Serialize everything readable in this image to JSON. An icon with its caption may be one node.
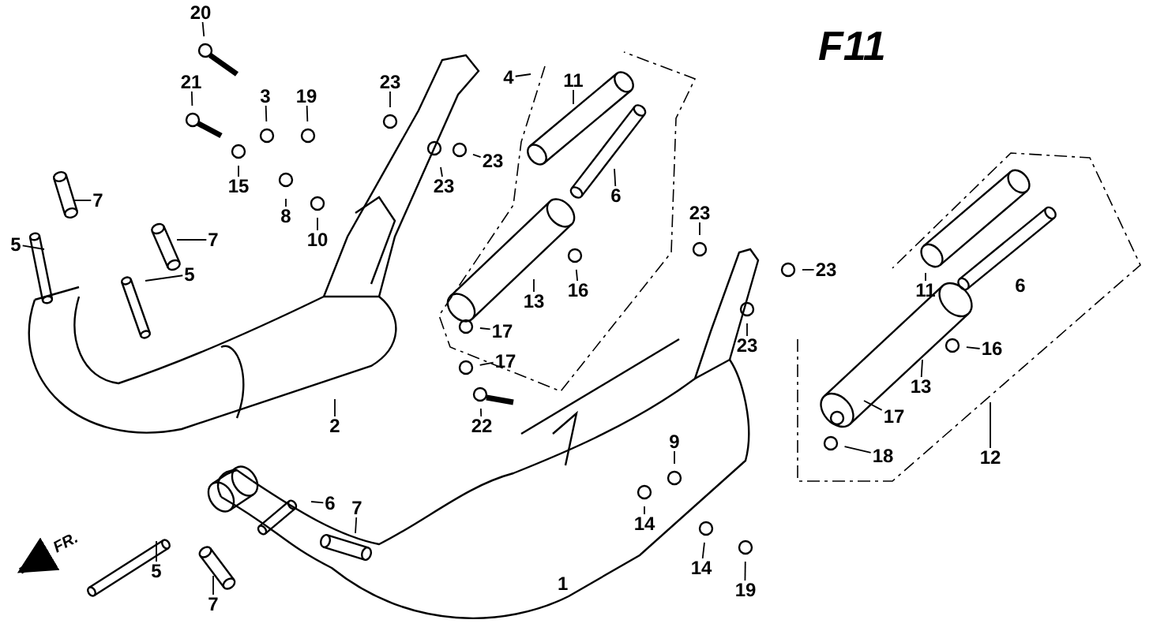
{
  "diagram": {
    "title": "F11",
    "nodes": [
      {
        "text": [
          "20"
        ]
      },
      {
        "text": [
          "21"
        ]
      },
      {
        "text": [
          "3"
        ]
      },
      {
        "text": [
          "19"
        ]
      },
      {
        "text": [
          "23"
        ]
      },
      {
        "text": [
          "15"
        ]
      },
      {
        "text": [
          "8"
        ]
      },
      {
        "text": [
          "10"
        ]
      },
      {
        "text": [
          "23"
        ]
      },
      {
        "text": [
          "23"
        ]
      },
      {
        "text": [
          "4"
        ]
      },
      {
        "text": [
          "11"
        ]
      },
      {
        "text": [
          "6"
        ]
      },
      {
        "text": [
          "7"
        ]
      },
      {
        "text": [
          "5"
        ]
      },
      {
        "text": [
          "7"
        ]
      },
      {
        "text": [
          "5"
        ]
      },
      {
        "text": [
          "13"
        ]
      },
      {
        "text": [
          "16"
        ]
      },
      {
        "text": [
          "23"
        ]
      },
      {
        "text": [
          "23"
        ]
      },
      {
        "text": [
          "17"
        ]
      },
      {
        "text": [
          "17"
        ]
      },
      {
        "text": [
          "23"
        ]
      },
      {
        "text": [
          "2"
        ]
      },
      {
        "text": [
          "22"
        ]
      },
      {
        "text": [
          "11"
        ]
      },
      {
        "text": [
          "6"
        ]
      },
      {
        "text": [
          "16"
        ]
      },
      {
        "text": [
          "13"
        ]
      },
      {
        "text": [
          "17"
        ]
      },
      {
        "text": [
          "18"
        ]
      },
      {
        "text": [
          "12"
        ]
      },
      {
        "text": [
          "6"
        ]
      },
      {
        "text": [
          "7"
        ]
      },
      {
        "text": [
          "5"
        ]
      },
      {
        "text": [
          "7"
        ]
      },
      {
        "text": [
          "9"
        ]
      },
      {
        "text": [
          "14"
        ]
      },
      {
        "text": [
          "14"
        ]
      },
      {
        "text": [
          "19"
        ]
      }
    ],
    "edges": [
      {
        "from": 0,
        "to": null,
        "arrow": "none"
      },
      {
        "from": 1,
        "to": null,
        "arrow": "none"
      },
      {
        "from": 2,
        "to": null,
        "arrow": "none"
      },
      {
        "from": 3,
        "to": null,
        "arrow": "none"
      },
      {
        "from": 4,
        "to": null,
        "arrow": "none"
      },
      {
        "from": 5,
        "to": null,
        "arrow": "none"
      },
      {
        "from": 6,
        "to": null,
        "arrow": "none"
      },
      {
        "from": 7,
        "to": null,
        "arrow": "none"
      },
      {
        "from": 8,
        "to": null,
        "arrow": "none"
      },
      {
        "from": 9,
        "to": null,
        "arrow": "none"
      },
      {
        "from": 10,
        "to": null,
        "arrow": "none"
      },
      {
        "from": 11,
        "to": null,
        "arrow": "none"
      },
      {
        "from": 12,
        "to": null,
        "arrow": "none"
      },
      {
        "from": 13,
        "to": null,
        "arrow": "none"
      },
      {
        "from": 14,
        "to": null,
        "arrow": "none"
      },
      {
        "from": 15,
        "to": null,
        "arrow": "none"
      },
      {
        "from": 16,
        "to": null,
        "arrow": "none"
      },
      {
        "from": 17,
        "to": null,
        "arrow": "none"
      },
      {
        "from": 18,
        "to": null,
        "arrow": "none"
      },
      {
        "from": 19,
        "to": null,
        "arrow": "none"
      },
      {
        "from": 20,
        "to": null,
        "arrow": "none"
      },
      {
        "from": 21,
        "to": null,
        "arrow": "none"
      },
      {
        "from": 22,
        "to": null,
        "arrow": "none"
      },
      {
        "from": 23,
        "to": null,
        "arrow": "none"
      },
      {
        "from": 24,
        "to": null,
        "arrow": "none"
      },
      {
        "from": 25,
        "to": null,
        "arrow": "none"
      },
      {
        "from": 26,
        "to": null,
        "arrow": "none"
      },
      {
        "from": 28,
        "to": null,
        "arrow": "none"
      },
      {
        "from": 29,
        "to": null,
        "arrow": "none"
      },
      {
        "from": 30,
        "to": null,
        "arrow": "none"
      },
      {
        "from": 31,
        "to": null,
        "arrow": "none"
      },
      {
        "from": 32,
        "to": null,
        "arrow": "none"
      },
      {
        "from": 33,
        "to": null,
        "arrow": "none"
      },
      {
        "from": 34,
        "to": null,
        "arrow": "none"
      },
      {
        "from": 35,
        "to": null,
        "arrow": "none"
      },
      {
        "from": 36,
        "to": null,
        "arrow": "none"
      },
      {
        "from": 37,
        "to": null,
        "arrow": "none"
      },
      {
        "from": 38,
        "to": null,
        "arrow": "none"
      },
      {
        "from": 39,
        "to": null,
        "arrow": "none"
      },
      {
        "from": 40,
        "to": null,
        "arrow": "none"
      }
    ],
    "labels": [
      "1",
      "FR."
    ]
  }
}
